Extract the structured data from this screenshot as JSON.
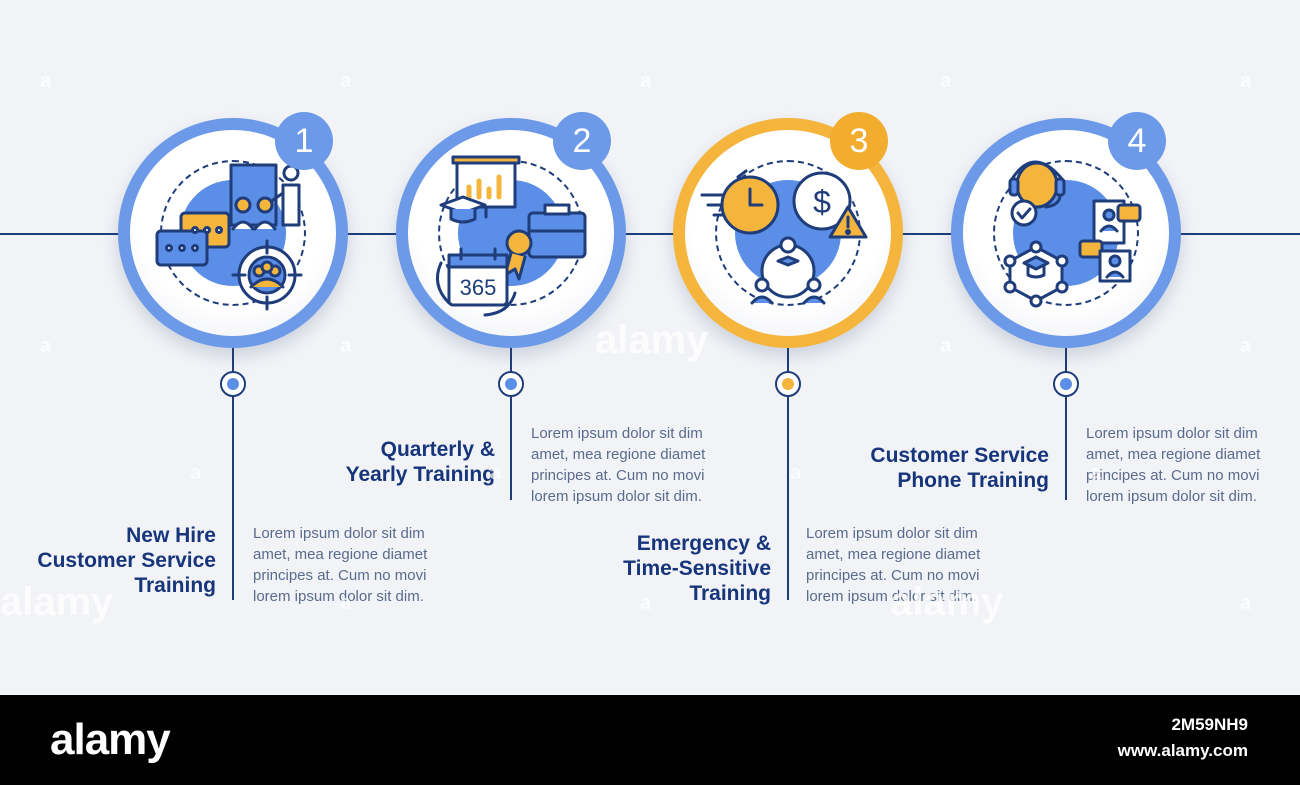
{
  "colors": {
    "navy": "#1e3d7a",
    "blue": "#5b8ee6",
    "orange": "#f5b53d",
    "badge_blue": "#6c9ae8",
    "badge_orange": "#f2ad2e",
    "text_gray": "#5a6b8c"
  },
  "steps": [
    {
      "number": "1",
      "title_lines": [
        "New Hire",
        "Customer Service",
        "Training"
      ],
      "desc": "Lorem ipsum dolor sit dim amet, mea regione diamet principes at. Cum no movi lorem ipsum dolor sit dim.",
      "accent": "blue",
      "icon": "team-meeting-icon"
    },
    {
      "number": "2",
      "title_lines": [
        "Quarterly &",
        "Yearly Training"
      ],
      "desc": "Lorem ipsum dolor sit dim amet, mea regione diamet principes at. Cum no movi lorem ipsum dolor sit dim.",
      "accent": "blue",
      "icon": "calendar-certificate-icon"
    },
    {
      "number": "3",
      "title_lines": [
        "Emergency &",
        "Time-Sensitive",
        "Training"
      ],
      "desc": "Lorem ipsum dolor sit dim amet, mea regione diamet principes at. Cum no movi lorem ipsum dolor sit dim.",
      "accent": "orange",
      "icon": "clock-alert-icon"
    },
    {
      "number": "4",
      "title_lines": [
        "Customer Service",
        "Phone Training"
      ],
      "desc": "Lorem ipsum dolor sit dim amet, mea regione diamet principes at. Cum no movi lorem ipsum dolor sit dim.",
      "accent": "blue",
      "icon": "call-center-icon"
    }
  ],
  "watermark": {
    "text": "alamy",
    "small": "a"
  },
  "footer": {
    "logo": "alamy",
    "image_id": "2M59NH9",
    "site": "www.alamy.com"
  }
}
